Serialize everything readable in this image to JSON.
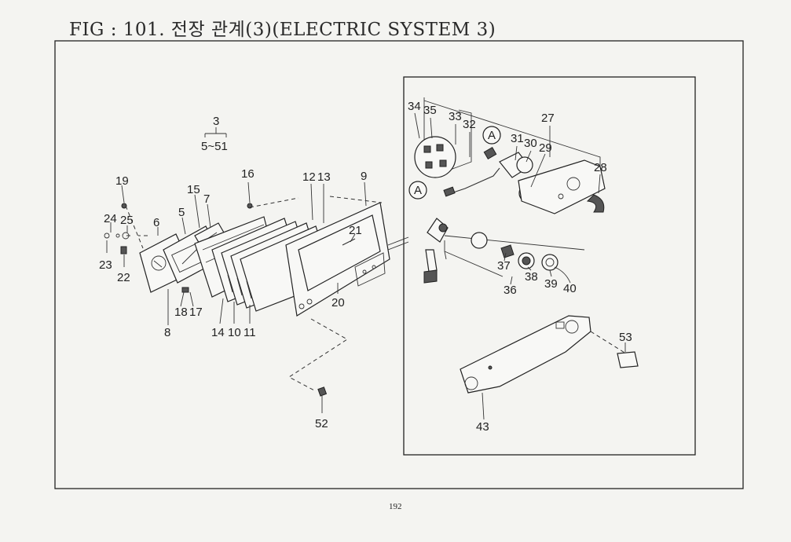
{
  "figure": {
    "title": "FIG : 101. 전장 관계(3)(ELECTRIC SYSTEM 3)",
    "page_number": "192",
    "group_label": {
      "main": "3",
      "range": "5~51"
    }
  },
  "callouts": [
    {
      "id": "c19",
      "text": "19"
    },
    {
      "id": "c24",
      "text": "24"
    },
    {
      "id": "c25",
      "text": "25"
    },
    {
      "id": "c23",
      "text": "23"
    },
    {
      "id": "c22",
      "text": "22"
    },
    {
      "id": "c6",
      "text": "6"
    },
    {
      "id": "c5",
      "text": "5"
    },
    {
      "id": "c15",
      "text": "15"
    },
    {
      "id": "c7",
      "text": "7"
    },
    {
      "id": "c16",
      "text": "16"
    },
    {
      "id": "c12",
      "text": "12"
    },
    {
      "id": "c13",
      "text": "13"
    },
    {
      "id": "c9",
      "text": "9"
    },
    {
      "id": "c21",
      "text": "21"
    },
    {
      "id": "c20",
      "text": "20"
    },
    {
      "id": "c18",
      "text": "18"
    },
    {
      "id": "c17",
      "text": "17"
    },
    {
      "id": "c8",
      "text": "8"
    },
    {
      "id": "c14",
      "text": "14"
    },
    {
      "id": "c10",
      "text": "10"
    },
    {
      "id": "c11",
      "text": "11"
    },
    {
      "id": "c52",
      "text": "52"
    },
    {
      "id": "c34",
      "text": "34"
    },
    {
      "id": "c35",
      "text": "35"
    },
    {
      "id": "c33",
      "text": "33"
    },
    {
      "id": "c32",
      "text": "32"
    },
    {
      "id": "c31",
      "text": "31"
    },
    {
      "id": "c30",
      "text": "30"
    },
    {
      "id": "c29",
      "text": "29"
    },
    {
      "id": "c27",
      "text": "27"
    },
    {
      "id": "c28",
      "text": "28"
    },
    {
      "id": "c37",
      "text": "37"
    },
    {
      "id": "c38",
      "text": "38"
    },
    {
      "id": "c39",
      "text": "39"
    },
    {
      "id": "c40",
      "text": "40"
    },
    {
      "id": "c36",
      "text": "36"
    },
    {
      "id": "c53",
      "text": "53"
    },
    {
      "id": "c43",
      "text": "43"
    }
  ],
  "markers": {
    "ref_a": "A"
  }
}
